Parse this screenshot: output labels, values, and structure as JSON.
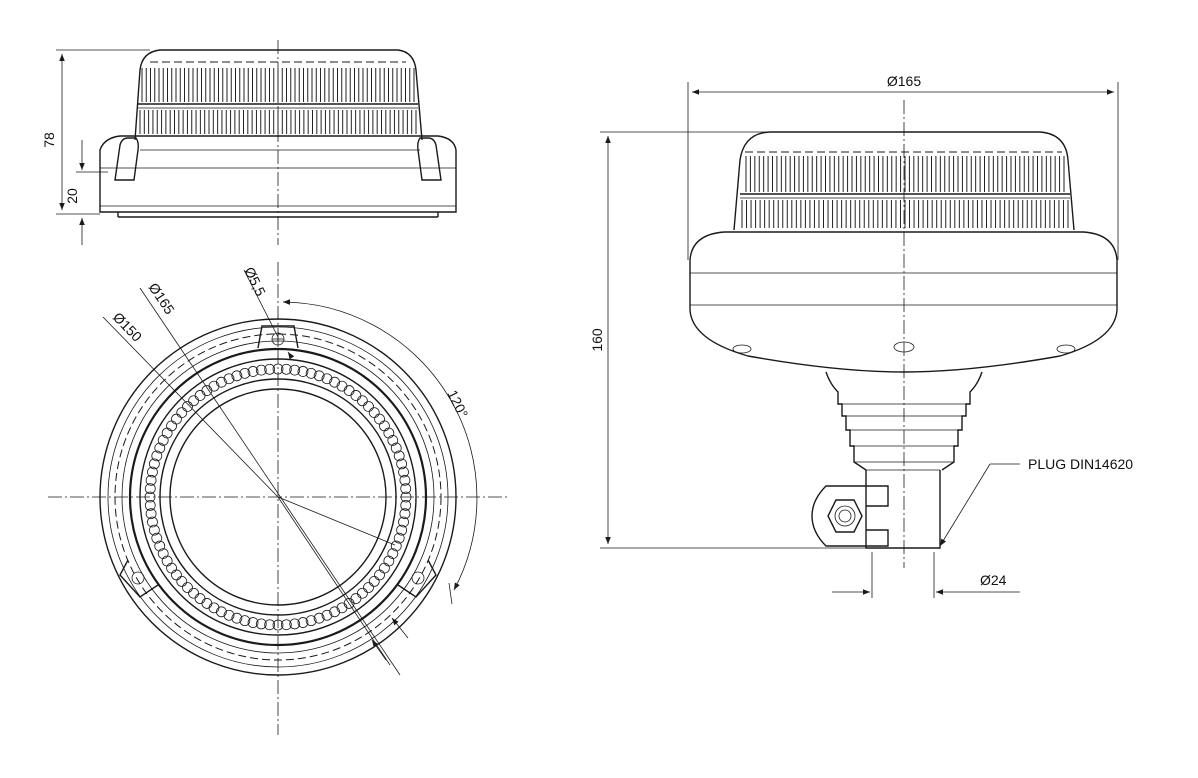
{
  "dimensions": {
    "side_height_total": "78",
    "side_base_height": "20",
    "top_slot_diameter": "Ø5,5",
    "top_outer_diameter": "Ø165",
    "top_pitch_diameter": "Ø150",
    "top_angle": "120°",
    "right_width": "Ø165",
    "right_height": "160",
    "right_pin_diameter": "Ø24",
    "plug_label": "PLUG DIN14620"
  },
  "colors": {
    "line": "#1a1a1a",
    "background": "#ffffff"
  }
}
